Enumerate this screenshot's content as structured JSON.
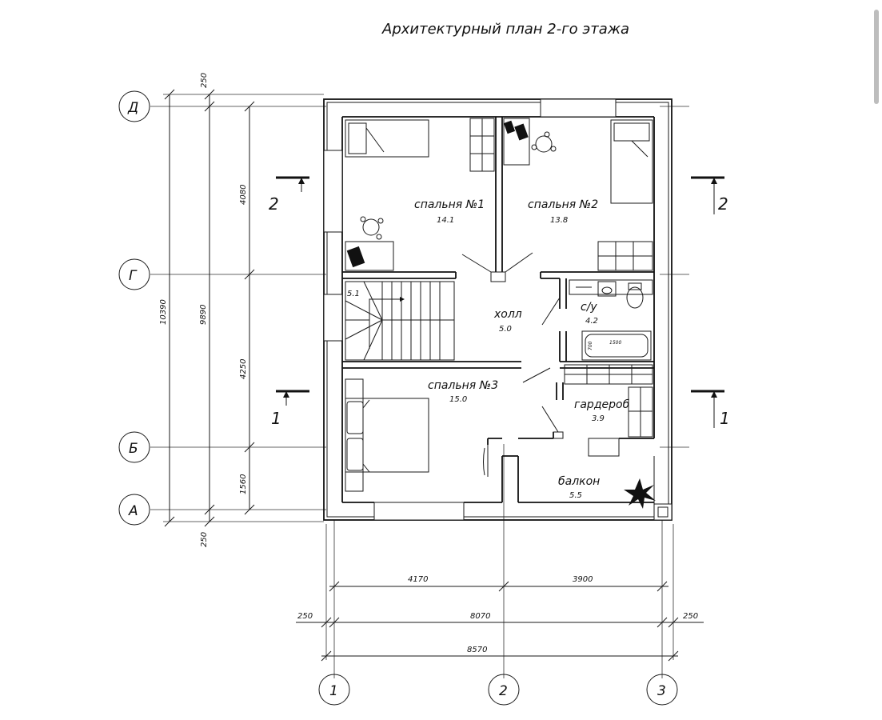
{
  "title": "Архитектурный план 2-го этажа",
  "rooms": {
    "bedroom1": {
      "name": "спальня №1",
      "area": "14.1"
    },
    "bedroom2": {
      "name": "спальня №2",
      "area": "13.8"
    },
    "hall": {
      "name": "холл",
      "area": "5.0"
    },
    "bathroom": {
      "name": "с/у",
      "area": "4.2"
    },
    "bedroom3": {
      "name": "спальня №3",
      "area": "15.0"
    },
    "wardrobe": {
      "name": "гардероб",
      "area": "3.9"
    },
    "balcony": {
      "name": "балкон",
      "area": "5.5"
    },
    "stair": {
      "area": "5.1"
    }
  },
  "axes": {
    "rows": [
      "Д",
      "Г",
      "Б",
      "А"
    ],
    "cols": [
      "1",
      "2",
      "3"
    ]
  },
  "sections": {
    "upper": "2",
    "lower": "1"
  },
  "dims": {
    "left_top_offset": "250",
    "left_d_g": "4080",
    "left_g_b": "4250",
    "left_b_a": "1560",
    "left_bottom_offset": "250",
    "left_total_axes": "9890",
    "left_total": "10390",
    "bottom_1_2": "4170",
    "bottom_2_3": "3900",
    "bottom_left_offset": "250",
    "bottom_axes": "8070",
    "bottom_right_offset": "250",
    "bottom_total": "8570",
    "bath_len": "1500",
    "bath_w": "700"
  },
  "colors": {
    "line": "#111111",
    "background": "#ffffff",
    "scrollbar": "#bdbdbd"
  }
}
